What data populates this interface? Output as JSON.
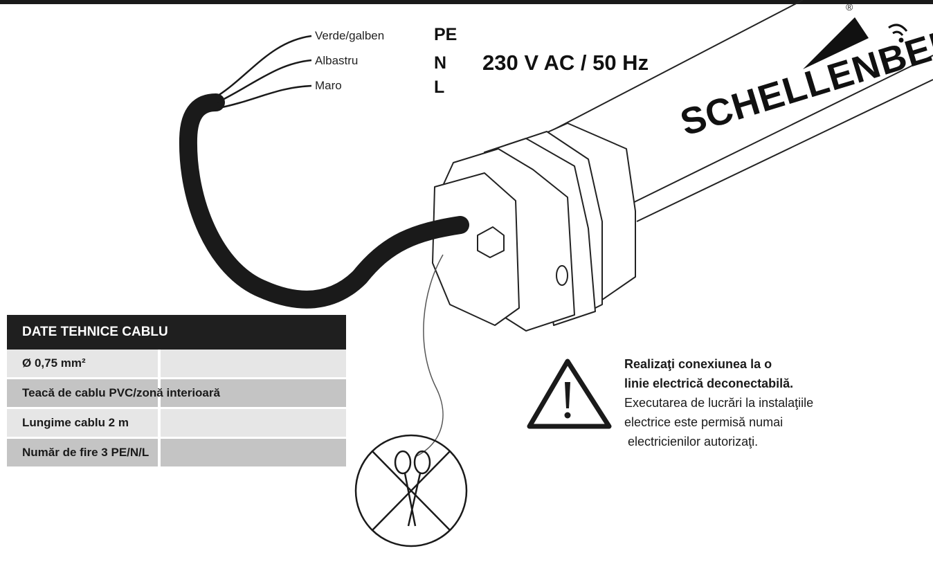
{
  "wires": [
    {
      "label": "Verde/galben",
      "code": "PE"
    },
    {
      "label": "Albastru",
      "code": "N"
    },
    {
      "label": "Maro",
      "code": "L"
    }
  ],
  "voltage": "230 V AC / 50 Hz",
  "brand": "SCHELLENBERG",
  "registered_mark": "®",
  "cable_table": {
    "title": "DATE TEHNICE CABLU",
    "rows": [
      "Ø 0,75 mm²",
      "Teacă de cablu PVC/zonă interioară",
      "Lungime cablu 2 m",
      "Număr de fire 3 PE/N/L"
    ]
  },
  "warning": {
    "bold_lines": [
      "Realizaţi conexiunea la o",
      "linie electrică deconectabilă."
    ],
    "lines": [
      "Executarea de lucrări la  instalaţiile",
      "electrice este permisă numai",
      " electricienilor autorizaţi."
    ]
  },
  "colors": {
    "ink": "#1a1a1a",
    "table_header": "#1f1f1f",
    "row_light": "#e6e6e6",
    "row_dark": "#c4c4c4"
  },
  "icons": [
    "warning-triangle-icon",
    "no-cut-scissors-icon",
    "brand-logo-icon"
  ]
}
